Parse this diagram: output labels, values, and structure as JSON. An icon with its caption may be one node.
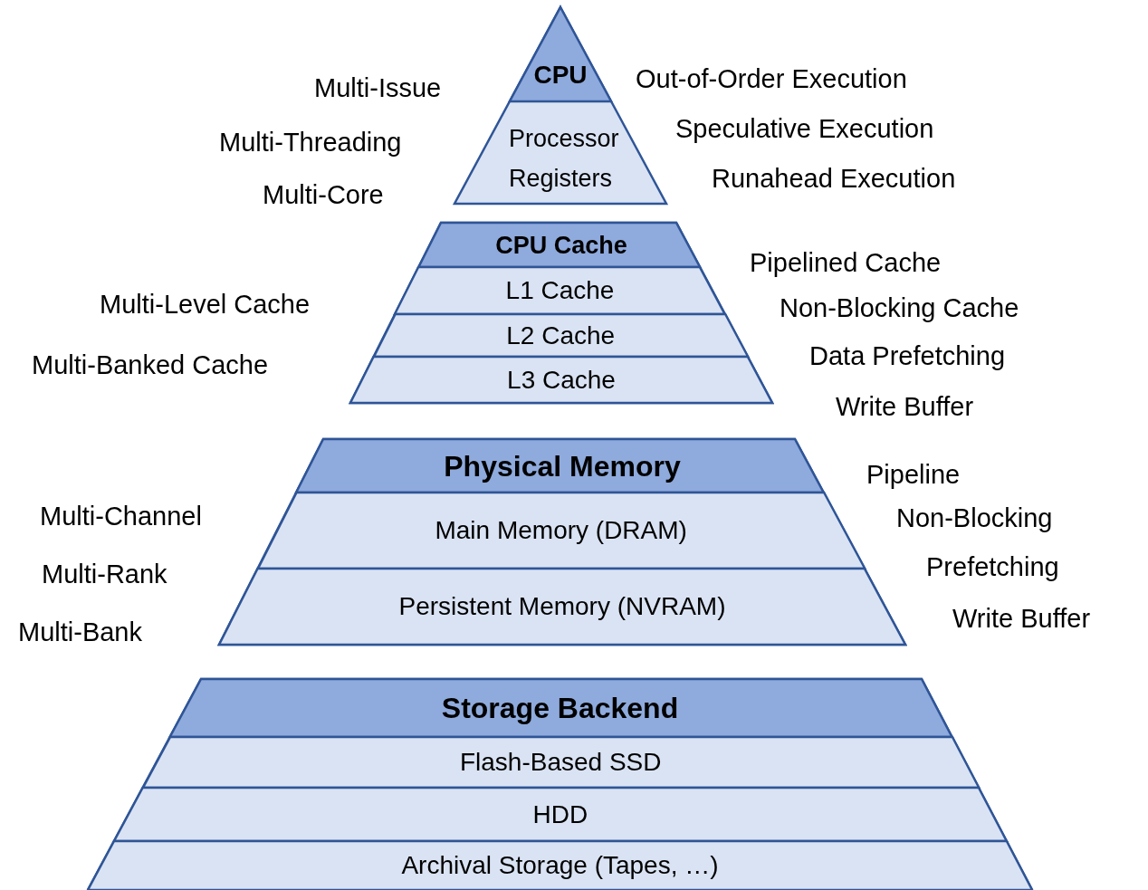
{
  "diagram": {
    "nodes": [
      {
        "text": [
          "CPU",
          "Processor Registers"
        ]
      },
      {
        "text": [
          "CPU Cache"
        ]
      },
      {
        "text": [
          "L1 Cache"
        ],
        "in": 1
      },
      {
        "text": [
          "L2 Cache"
        ],
        "in": 1
      },
      {
        "text": [
          "L3 Cache"
        ],
        "in": 1
      },
      {
        "text": [
          "Physical Memory"
        ]
      },
      {
        "text": [
          "Main Memory (DRAM)"
        ],
        "in": 5
      },
      {
        "text": [
          "Persistent Memory (NVRAM)"
        ],
        "in": 5
      },
      {
        "text": [
          "Storage Backend"
        ]
      },
      {
        "text": [
          "Flash-Based SSD"
        ],
        "in": 8
      },
      {
        "text": [
          "HDD"
        ],
        "in": 8
      },
      {
        "text": [
          "Archival Storage (Tapes, …)"
        ],
        "in": 8
      }
    ],
    "edges": [],
    "labels": [
      "Multi-Issue",
      "Multi-Threading",
      "Multi-Core",
      "Out-of-Order Execution",
      "Speculative Execution",
      "Runahead Execution",
      "Multi-Level Cache",
      "Multi-Banked Cache",
      "Pipelined Cache",
      "Non-Blocking Cache",
      "Data Prefetching",
      "Write Buffer",
      "Multi-Channel",
      "Multi-Rank",
      "Multi-Bank",
      "Pipeline",
      "Non-Blocking",
      "Prefetching",
      "Write Buffer"
    ]
  }
}
